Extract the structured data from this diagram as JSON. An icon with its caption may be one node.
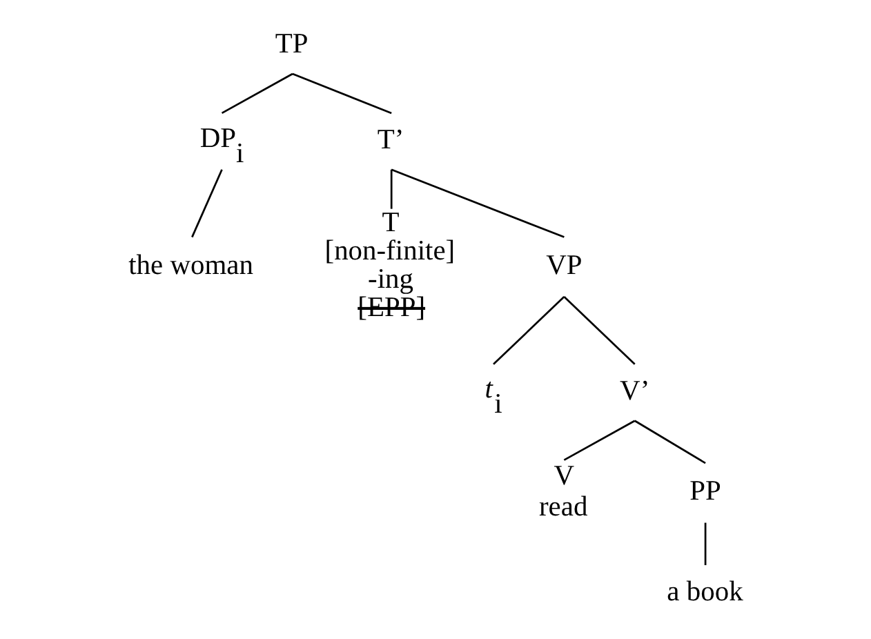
{
  "diagram": {
    "nodes": [
      {
        "text": [
          "TP"
        ]
      },
      {
        "text": [
          "DP$_{i}$"
        ]
      },
      {
        "text": [
          "T’"
        ]
      },
      {
        "text": [
          "the woman"
        ]
      },
      {
        "text": [
          "T",
          "[non-finite]",
          "-ing",
          "[EPP]"
        ]
      },
      {
        "text": [
          "VP"
        ]
      },
      {
        "text": [
          "*t*$_{i}$"
        ]
      },
      {
        "text": [
          "V’"
        ]
      },
      {
        "text": [
          "V",
          "read"
        ]
      },
      {
        "text": [
          "PP"
        ]
      },
      {
        "text": [
          "a book"
        ]
      }
    ],
    "edges": [
      {
        "from": 0,
        "to": 1,
        "arrow": "none"
      },
      {
        "from": 0,
        "to": 2,
        "arrow": "none"
      },
      {
        "from": 1,
        "to": 3,
        "arrow": "none"
      },
      {
        "from": 2,
        "to": 4,
        "arrow": "none"
      },
      {
        "from": 2,
        "to": 5,
        "arrow": "none"
      },
      {
        "from": 5,
        "to": 6,
        "arrow": "none"
      },
      {
        "from": 5,
        "to": 7,
        "arrow": "none"
      },
      {
        "from": 7,
        "to": 8,
        "arrow": "none"
      },
      {
        "from": 7,
        "to": 9,
        "arrow": "none"
      },
      {
        "from": 9,
        "to": 10,
        "arrow": "none"
      }
    ]
  }
}
